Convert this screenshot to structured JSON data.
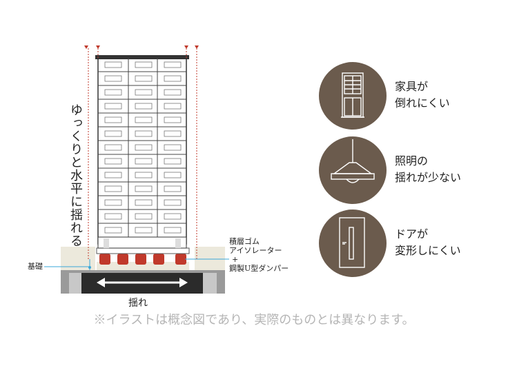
{
  "vertical_caption": "ゆっくりと水平に揺れる",
  "foundation_label": "基礎",
  "isolator_label": {
    "line1": "積層ゴム",
    "line2": "アイソレーター",
    "line3": "+",
    "line4": "鋼製U型ダンパー"
  },
  "shake_label": "揺れ",
  "effects": [
    {
      "icon": "cabinet-icon",
      "line1": "家具が",
      "line2": "倒れにくい"
    },
    {
      "icon": "pendant-lamp-icon",
      "line1": "照明の",
      "line2": "揺れが少ない"
    },
    {
      "icon": "door-icon",
      "line1": "ドアが",
      "line2": "変形しにくい"
    }
  ],
  "note": "※イラストは概念図であり、実際のものとは異なります。",
  "colors": {
    "circle": "#6b5b4d",
    "accent_red": "#c0392b",
    "guide_blue": "#3aa7d8",
    "ground_light": "#ece9dc",
    "ground_dark": "#2b2b2b",
    "ground_gray": "#9a9a9a"
  }
}
